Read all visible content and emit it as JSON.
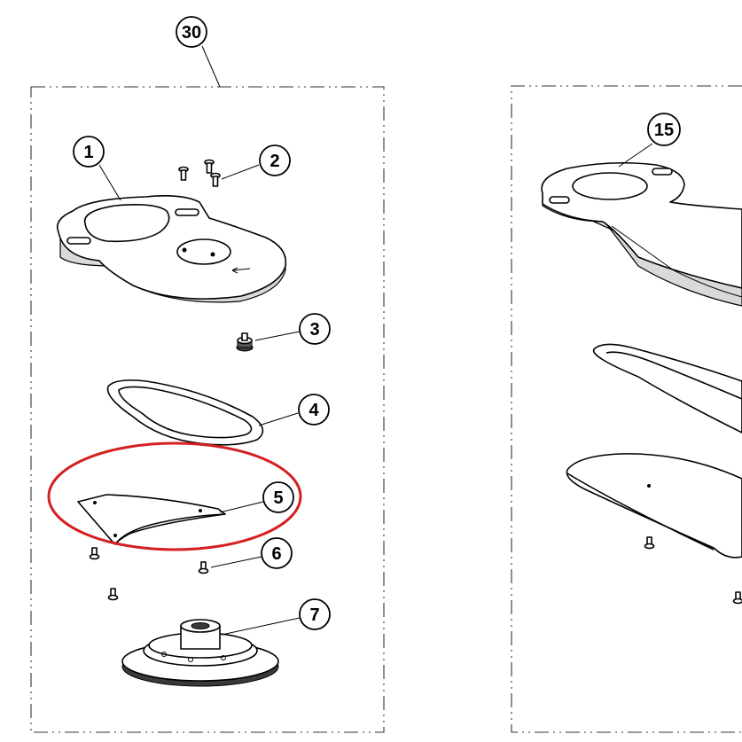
{
  "diagram": {
    "assembly_label": "30",
    "callouts": {
      "c1": "1",
      "c2": "2",
      "c3": "3",
      "c4": "4",
      "c5": "5",
      "c6": "6",
      "c7": "7",
      "c15": "15"
    },
    "highlight": {
      "target_callout": "5",
      "color": "#d42020"
    },
    "colors": {
      "line": "#000000",
      "background": "#ffffff",
      "shade": "#d9d9d9"
    }
  }
}
